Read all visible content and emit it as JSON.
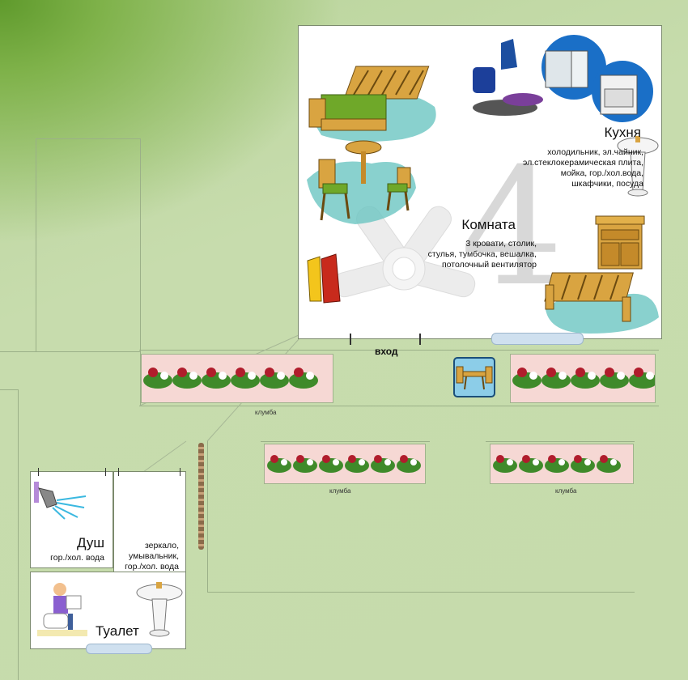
{
  "room_number": "4",
  "kitchen": {
    "title": "Кухня",
    "items_lines": [
      "холодильник, эл.чайник,",
      "эл.стеклокерамическая плита,",
      "мойка, гор./хол.вода,",
      "шкафчики, посуда"
    ]
  },
  "room": {
    "title": "Комната",
    "items_lines": [
      "3 кровати, столик,",
      "стулья, тумбочка, вешалка,",
      "потолочный вентилятор"
    ]
  },
  "entrance": {
    "label": "вход"
  },
  "flowerbeds": [
    {
      "label": "клумба"
    },
    {
      "label": "клумба"
    },
    {
      "label": "клумба"
    }
  ],
  "shower": {
    "title": "Душ",
    "subtitle": "гор./хол. вода"
  },
  "washroom": {
    "items_lines": [
      "зеркало,",
      "умывальник,",
      "гор./хол. вода"
    ]
  },
  "toilet": {
    "title": "Туалет"
  },
  "colors": {
    "background": "#c6dbac",
    "background_corner": "#5f9a2c",
    "wall_line": "#9bb088",
    "room_fill": "#ffffff",
    "flowerbed_fill": "#f6d8d4"
  }
}
